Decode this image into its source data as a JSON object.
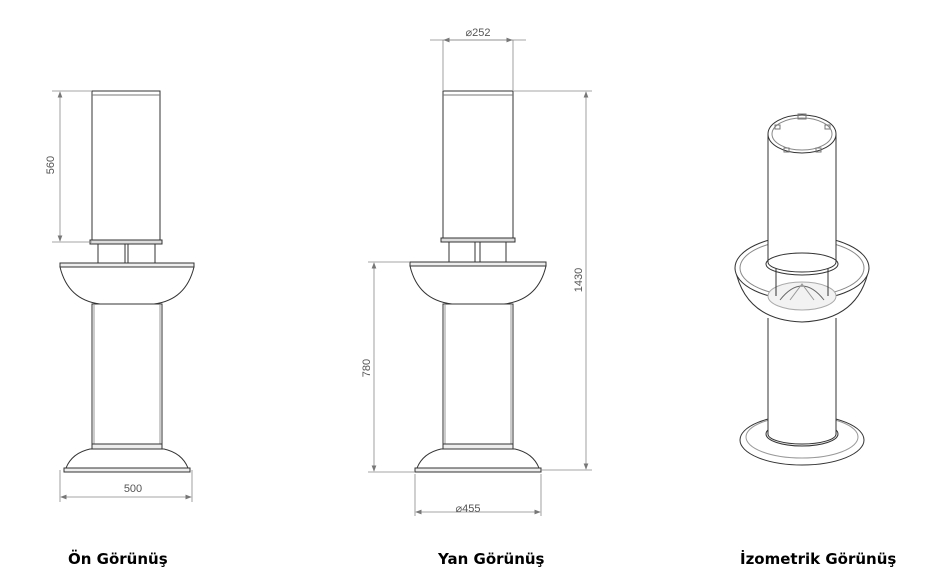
{
  "views": {
    "front": {
      "label": "Ön Görünüş",
      "dim_height": "560",
      "dim_width": "500"
    },
    "side": {
      "label": "Yan Görünüş",
      "dim_top_diameter": "⌀252",
      "dim_total_height": "1430",
      "dim_lower_height": "780",
      "dim_base_diameter": "⌀455"
    },
    "iso": {
      "label": "İzometrik Görünüş"
    }
  }
}
